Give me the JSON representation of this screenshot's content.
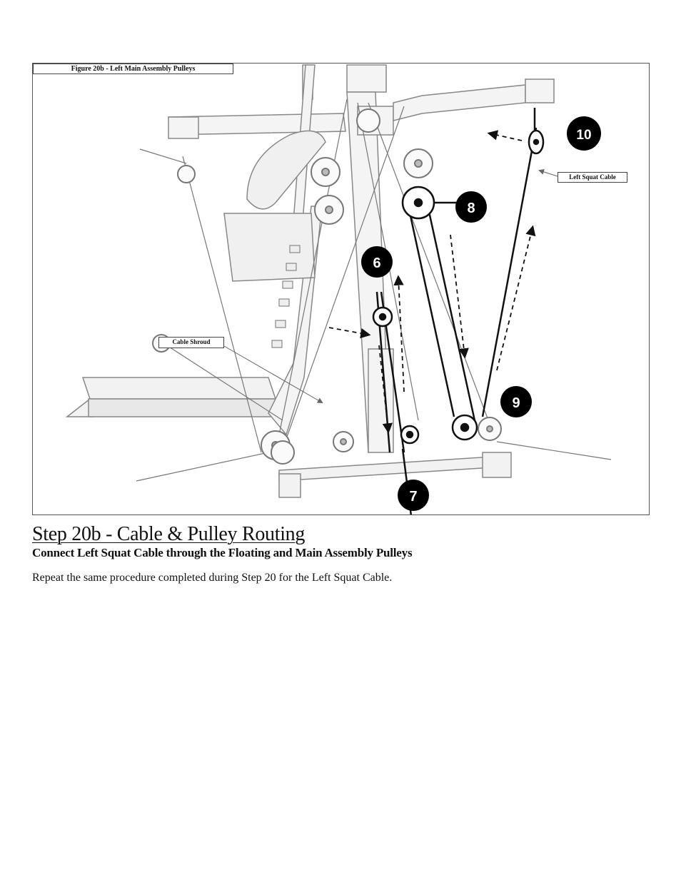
{
  "figure": {
    "caption": "Figure 20b - Left Main Assembly Pulleys",
    "callouts": {
      "left_squat_cable": "Left Squat Cable",
      "cable_shroud": "Cable Shroud"
    },
    "pulley_labels": [
      "6",
      "7",
      "8",
      "9",
      "10"
    ]
  },
  "step": {
    "title": "Step 20b - Cable & Pulley Routing",
    "subtitle": "Connect Left Squat Cable through the Floating and Main Assembly Pulleys",
    "body": "Repeat the same procedure completed during Step 20 for the Left Squat Cable."
  }
}
